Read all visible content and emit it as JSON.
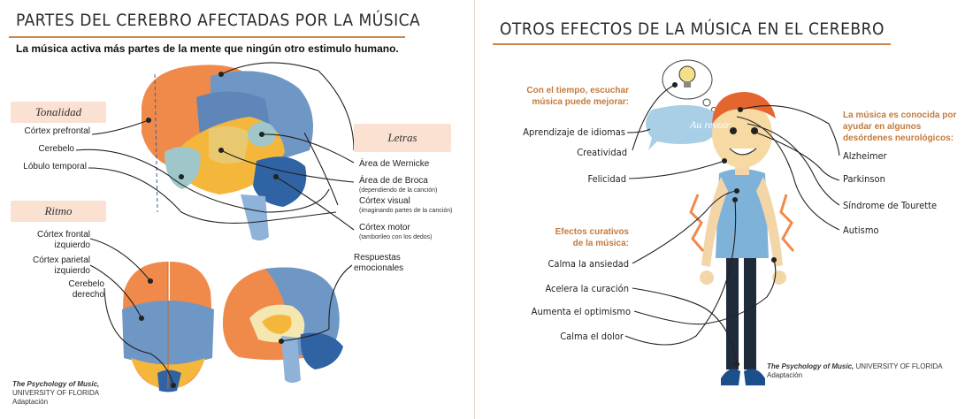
{
  "left": {
    "title": "PARTES DEL CEREBRO AFECTADAS POR LA MÚSICA",
    "subtitle": "La música activa más partes de la mente que ningún otro estimulo humano.",
    "tonalidad": {
      "heading": "Tonalidad",
      "items": [
        "Córtex prefrontal",
        "Cerebelo",
        "Lóbulo temporal"
      ]
    },
    "letras": {
      "heading": "Letras",
      "items": [
        {
          "label": "Área de Wernicke",
          "note": ""
        },
        {
          "label": "Área de de Broca",
          "note": "(dependiendo de la canción)"
        },
        {
          "label": "Córtex visual",
          "note": "(imaginando partes de la canción)"
        },
        {
          "label": "Córtex motor",
          "note": "(tamborileo con los dedos)"
        }
      ]
    },
    "ritmo": {
      "heading": "Ritmo",
      "items": [
        {
          "line1": "Córtex frontal",
          "line2": "izquierdo"
        },
        {
          "line1": "Córtex parietal",
          "line2": "izquierdo"
        },
        {
          "line1": "Cerebelo",
          "line2": "derecho"
        }
      ]
    },
    "emotional": {
      "line1": "Respuestas",
      "line2": "emocionales"
    },
    "credit": {
      "source": "The Psychology of Music,",
      "org": "UNIVERSITY OF FLORIDA",
      "note": "Adaptación"
    }
  },
  "right": {
    "title": "OTROS EFECTOS DE LA MÚSICA EN EL CEREBRO",
    "improve": {
      "heading_line1": "Con el tiempo, escuchar",
      "heading_line2": "música puede mejorar:",
      "items": [
        "Aprendizaje de idiomas",
        "Creatividad",
        "Felicidad"
      ]
    },
    "bubble": "Au revoir",
    "disorders": {
      "heading_line1": "La música es conocida por",
      "heading_line2": "ayudar en algunos",
      "heading_line3": "desórdenes neurológicos:",
      "items": [
        "Alzheimer",
        "Parkinson",
        "Síndrome de Tourette",
        "Autismo"
      ]
    },
    "curative": {
      "heading_line1": "Efectos curativos",
      "heading_line2": "de la música:",
      "items": [
        "Calma la ansiedad",
        "Acelera la curación",
        "Aumenta el optimismo",
        "Calma el dolor"
      ]
    },
    "credit": {
      "source": "The Psychology of Music,",
      "org": "UNIVERSITY OF FLORIDA",
      "note": "Adaptación"
    }
  },
  "colors": {
    "orange": "#f08a4b",
    "blue": "#6f97c6",
    "darkblue": "#2f63a4",
    "yellow": "#f5b73b",
    "teal": "#9fc7c9",
    "peach": "#fae1d2",
    "accent_rule": "#c9854a"
  }
}
